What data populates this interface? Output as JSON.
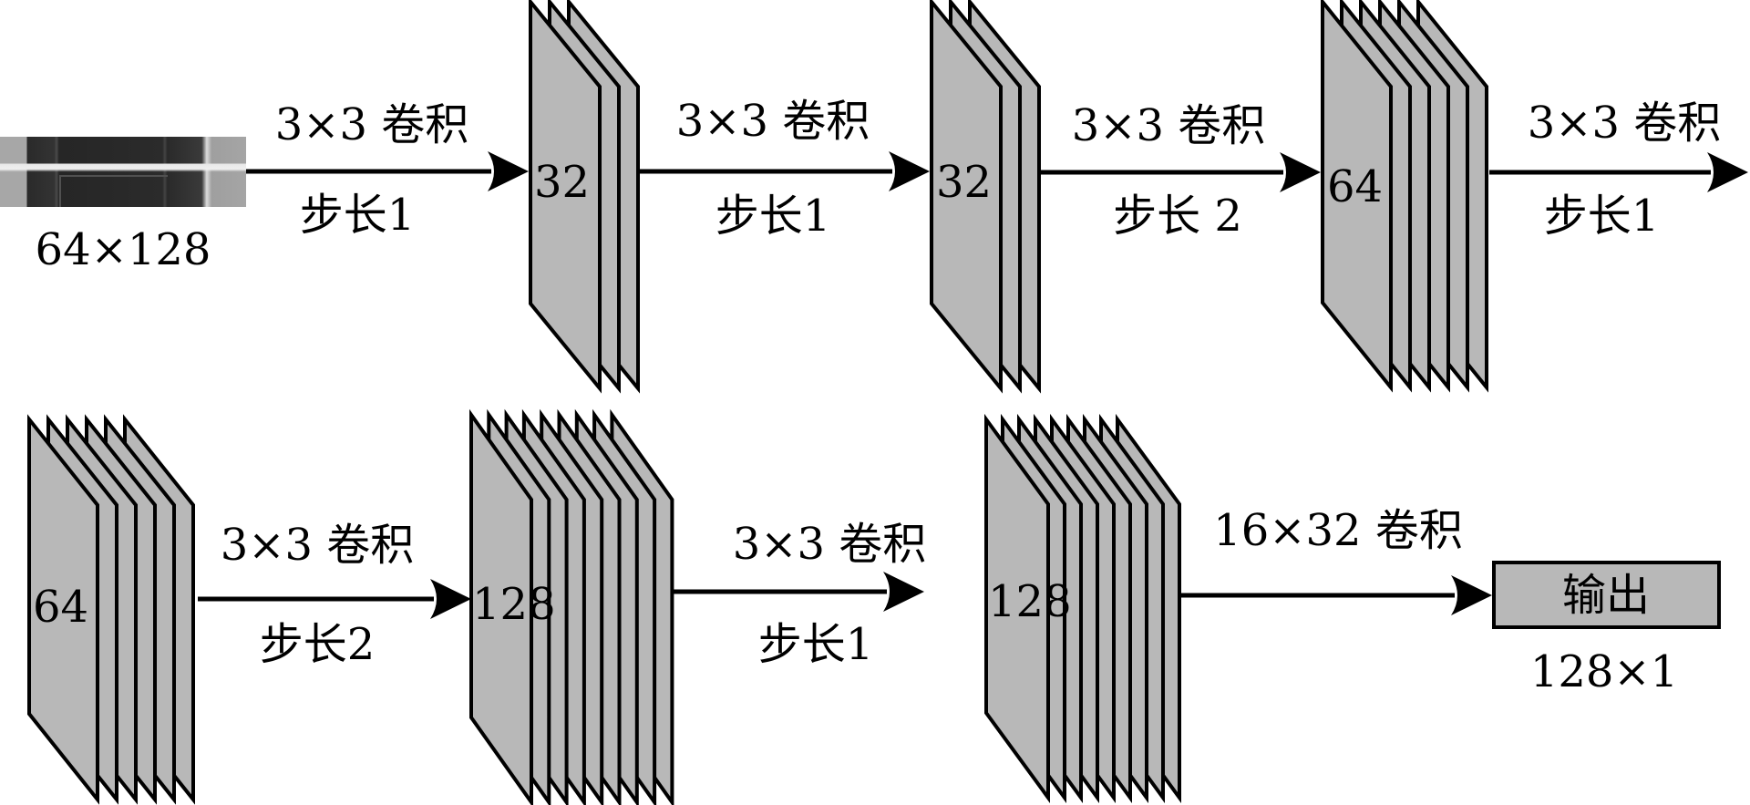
{
  "title": "CNN feature-extraction network architecture",
  "input": {
    "name": "input-image",
    "size_label": "64×128"
  },
  "layers": [
    {
      "id": "conv1",
      "channels_label": "32",
      "stack_count": 3
    },
    {
      "id": "conv2",
      "channels_label": "32",
      "stack_count": 3
    },
    {
      "id": "conv3",
      "channels_label": "64",
      "stack_count": 6
    },
    {
      "id": "conv4",
      "channels_label": "64",
      "stack_count": 6
    },
    {
      "id": "conv5",
      "channels_label": "128",
      "stack_count": 9
    },
    {
      "id": "conv6",
      "channels_label": "128",
      "stack_count": 9
    }
  ],
  "operations": [
    {
      "kernel_label": "3×3 卷积",
      "stride_label": "步长1"
    },
    {
      "kernel_label": "3×3 卷积",
      "stride_label": "步长1"
    },
    {
      "kernel_label": "3×3 卷积",
      "stride_label": "步长 2"
    },
    {
      "kernel_label": "3×3 卷积",
      "stride_label": "步长1"
    },
    {
      "kernel_label": "3×3 卷积",
      "stride_label": "步长2"
    },
    {
      "kernel_label": "3×3 卷积",
      "stride_label": "步长1"
    },
    {
      "kernel_label": "16×32 卷积",
      "stride_label": ""
    }
  ],
  "output": {
    "label": "输出",
    "size_label": "128×1"
  },
  "colors": {
    "panel_fill": "#b8b8b8",
    "stroke": "#000000"
  }
}
